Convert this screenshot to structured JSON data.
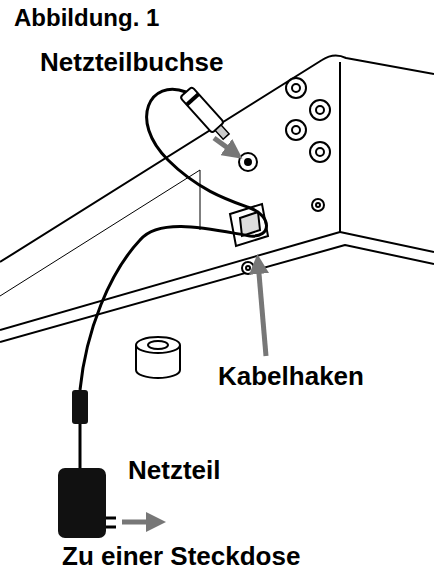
{
  "diagram": {
    "title": "Abbildung. 1",
    "labels": [
      "Netzteilbuchse",
      "Kabelhaken",
      "Netzteil",
      "Zu einer Steckdose"
    ]
  }
}
